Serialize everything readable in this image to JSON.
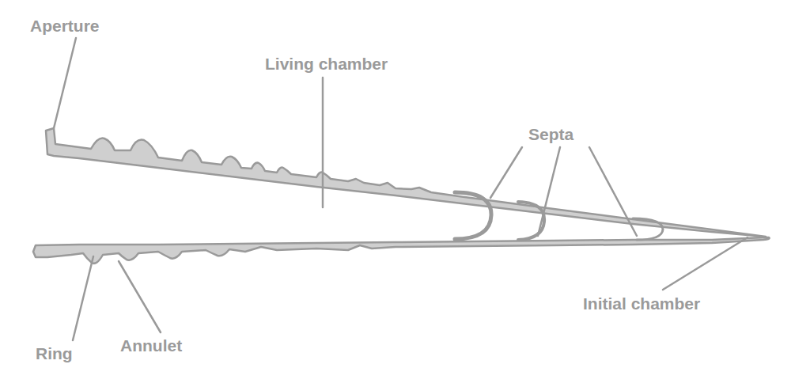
{
  "diagram": {
    "labels": [
      "Aperture",
      "Living chamber",
      "Septa",
      "Initial chamber",
      "Ring",
      "Annulet"
    ]
  }
}
